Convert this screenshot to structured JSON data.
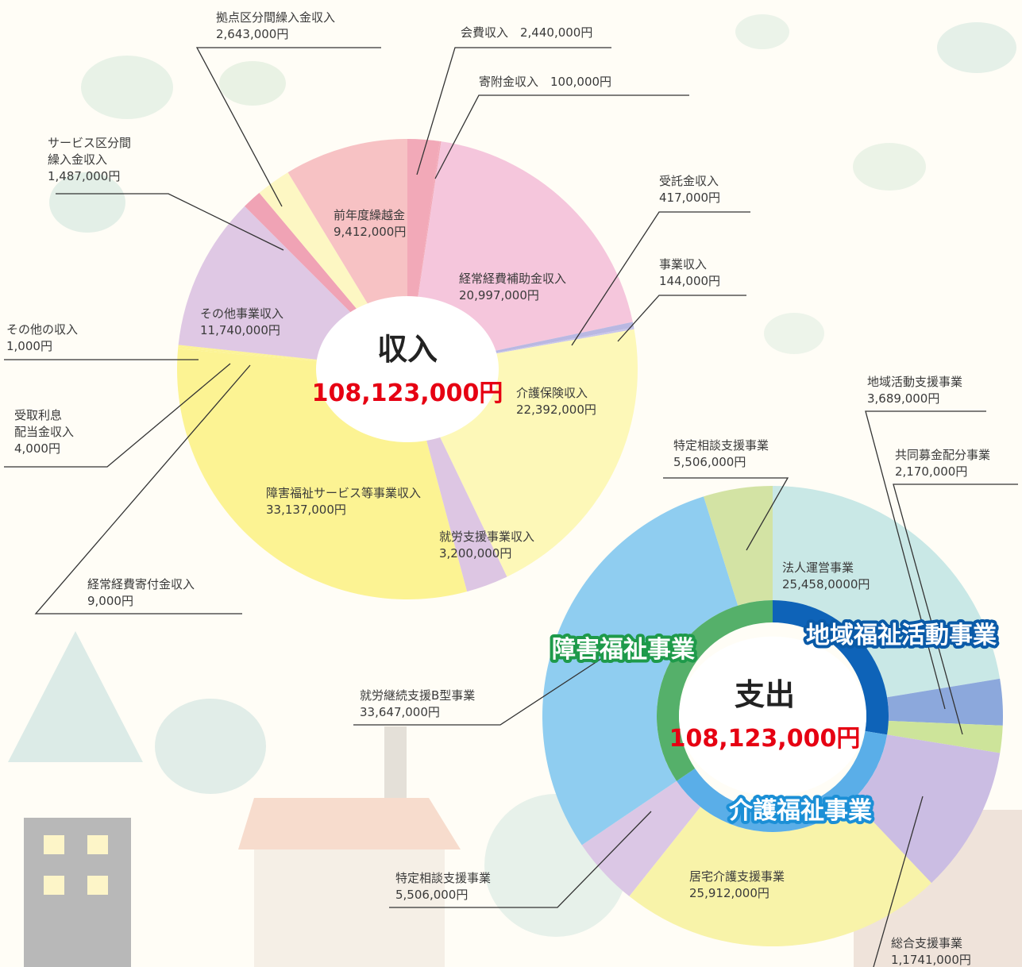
{
  "colors": {
    "background": "#fffdf6",
    "leader": "#333333",
    "total_text": "#e60012",
    "disability_label_outline": "#1e9a4a",
    "regional_label_outline": "#0a5aa8",
    "care_label_outline": "#1b8fd6"
  },
  "chart_data": [
    {
      "type": "pie",
      "center_title": "収入",
      "center_total": "108,123,000円",
      "slices": [
        {
          "label": "会費収入　2,440,000円",
          "value": 2440000,
          "color": "#f2a9b8"
        },
        {
          "label": "寄附金収入　100,000円",
          "value": 100000,
          "color": "#f2a9b8"
        },
        {
          "label": "経常経費補助金収入",
          "amount": "20,997,000円",
          "value": 20997000,
          "color": "#f5c6dc"
        },
        {
          "label": "受託金収入",
          "amount": "417,000円",
          "value": 417000,
          "color": "#b9b8e2"
        },
        {
          "label": "事業収入",
          "amount": "144,000円",
          "value": 144000,
          "color": "#c9c6ea"
        },
        {
          "label": "介護保険収入",
          "amount": "22,392,000円",
          "value": 22392000,
          "color": "#fdf8b8"
        },
        {
          "label": "就労支援事業収入",
          "amount": "3,200,000円",
          "value": 3200000,
          "color": "#ddc6e3"
        },
        {
          "label": "障害福祉サービス等事業収入",
          "amount": "33,137,000円",
          "value": 33137000,
          "color": "#fcf393"
        },
        {
          "label": "経常経費寄付金収入",
          "amount": "9,000円",
          "value": 9000,
          "color": "#fcf393"
        },
        {
          "label": "受取利息配当金収入",
          "amount": "4,000円",
          "value": 4000,
          "color": "#fcf393"
        },
        {
          "label": "その他の収入",
          "amount": "1,000円",
          "value": 1000,
          "color": "#fcf393"
        },
        {
          "label": "その他事業収入",
          "amount": "11,740,000円",
          "value": 11740000,
          "color": "#dfc8e4"
        },
        {
          "label": "サービス区分間繰入金収入",
          "amount": "1,487,000円",
          "value": 1487000,
          "color": "#f0a3b5"
        },
        {
          "label": "拠点区分間繰入金収入",
          "amount": "2,643,000円",
          "value": 2643000,
          "color": "#fdf7c3"
        },
        {
          "label": "前年度繰越金",
          "amount": "9,412,000円",
          "value": 9412000,
          "color": "#f7c2c4"
        }
      ]
    },
    {
      "type": "pie",
      "center_title": "支出",
      "center_total": "108,123,000円",
      "slices": [
        {
          "label": "法人運営事業",
          "amount": "25,458,0000円",
          "value": 25458000,
          "color": "#c9e8e6",
          "group": "地域福祉活動事業"
        },
        {
          "label": "地域活動支援事業",
          "amount": "3,689,000円",
          "value": 3689000,
          "color": "#8ca8dc",
          "group": "地域福祉活動事業"
        },
        {
          "label": "共同募金配分事業",
          "amount": "2,170,000円",
          "value": 2170000,
          "color": "#cde49a",
          "group": "地域福祉活動事業"
        },
        {
          "label": "総合支援事業",
          "amount": "1,1741,000円",
          "value": 11741000,
          "color": "#cbbde3",
          "group": "介護福祉事業"
        },
        {
          "label": "居宅介護支援事業",
          "amount": "25,912,000円",
          "value": 25912000,
          "color": "#f8f3a9",
          "group": "介護福祉事業"
        },
        {
          "label": "特定相談支援事業",
          "amount": "5,506,000円",
          "value": 5506000,
          "color": "#dbc7e5",
          "group": "介護福祉事業"
        },
        {
          "label": "就労継続支援B型事業",
          "amount": "33,647,000円",
          "value": 33647000,
          "color": "#8fcdf0",
          "group": "障害福祉事業"
        },
        {
          "label": "特定相談支援事業",
          "amount": "5,506,000円",
          "value": 5506000,
          "color": "#d3e3a4",
          "group": "障害福祉事業"
        }
      ],
      "groups": [
        {
          "label": "地域福祉活動事業",
          "color": "#0e63b8"
        },
        {
          "label": "介護福祉事業",
          "color": "#5aaee8"
        },
        {
          "label": "障害福祉事業",
          "color": "#55b06a"
        }
      ]
    }
  ]
}
